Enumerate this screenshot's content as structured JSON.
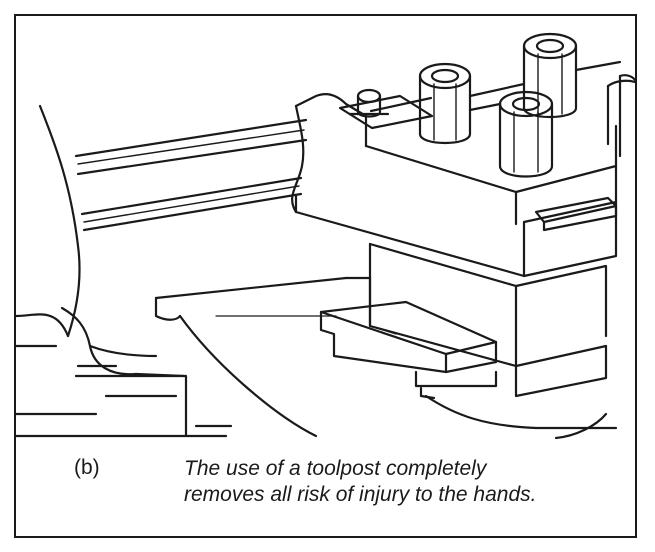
{
  "figure": {
    "label": "(b)",
    "caption_line_1": "The use of a toolpost completely",
    "caption_line_2": "removes all risk of injury to the hands.",
    "line_color": "#1a1a1a",
    "background_color": "#ffffff"
  }
}
